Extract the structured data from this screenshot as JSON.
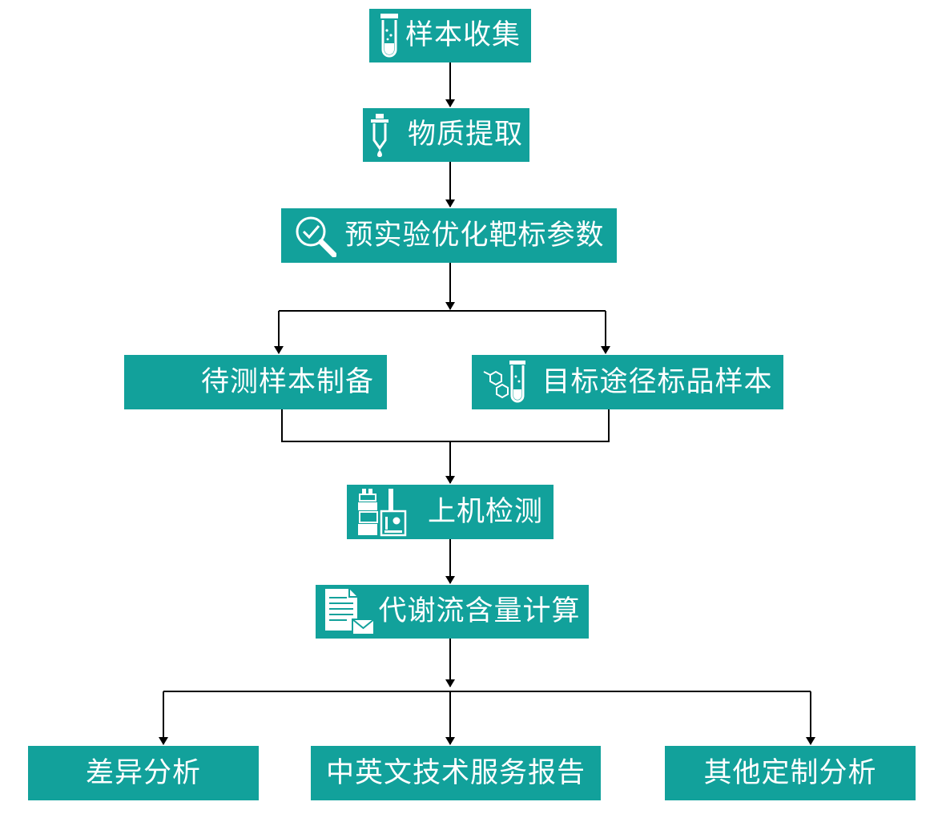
{
  "diagram": {
    "nodes": {
      "collect": {
        "label": "样本收集",
        "icon": "test-tube-icon"
      },
      "extract": {
        "label": "物质提取",
        "icon": "dropper-icon"
      },
      "optimize": {
        "label": "预实验优化靶标参数",
        "icon": "magnifier-check-icon"
      },
      "prep": {
        "label": "待测样本制备"
      },
      "standard": {
        "label": "目标途径标品样本",
        "icon": "molecule-tube-icon"
      },
      "detect": {
        "label": "上机检测",
        "icon": "instrument-icon"
      },
      "calc": {
        "label": "代谢流含量计算",
        "icon": "document-mail-icon"
      },
      "diff": {
        "label": "差异分析"
      },
      "report": {
        "label": "中英文技术服务报告"
      },
      "custom": {
        "label": "其他定制分析"
      }
    },
    "colors": {
      "box": "#12a19b",
      "text": "#ffffff",
      "line": "#000000"
    }
  }
}
